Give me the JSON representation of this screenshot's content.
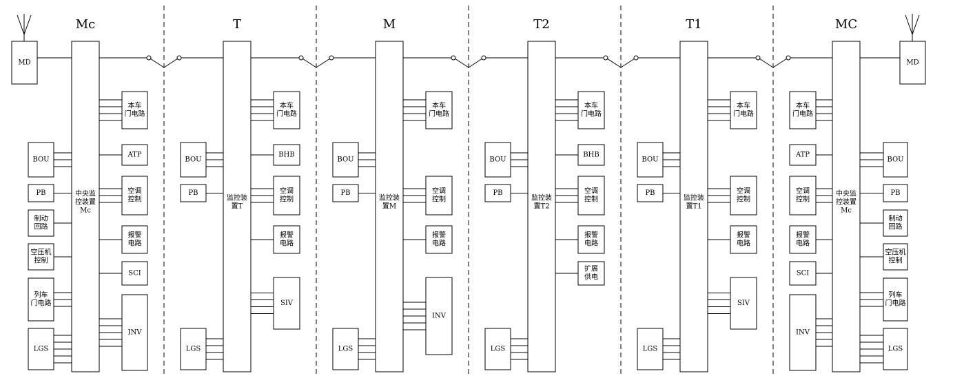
{
  "md_label": "MD",
  "cars": [
    {
      "title": "Mc",
      "controller": [
        "中央监",
        "控装置",
        "Mc"
      ],
      "left": [
        {
          "label": [
            "BOU"
          ],
          "lines": 3
        },
        {
          "label": [
            "PB"
          ],
          "lines": 1
        },
        {
          "label": [
            "制动",
            "回路"
          ],
          "lines": 1
        },
        {
          "label": [
            "空压机",
            "控制"
          ],
          "lines": 1
        },
        {
          "label": [
            "列车",
            "门电路"
          ],
          "lines": 3
        },
        {
          "label": [
            "LGS"
          ],
          "lines": 5
        }
      ],
      "right": [
        {
          "label": [
            "本车",
            "门电路"
          ],
          "lines": 4
        },
        {
          "label": [
            "ATP"
          ],
          "lines": 1
        },
        {
          "label": [
            "空调",
            "控制"
          ],
          "lines": 3
        },
        {
          "label": [
            "报警",
            "电路"
          ],
          "lines": 1
        },
        {
          "label": [
            "SCI"
          ],
          "lines": 1
        },
        {
          "label": [
            "INV"
          ],
          "lines": 5
        }
      ]
    },
    {
      "title": "T",
      "controller": [
        "监控装",
        "置T"
      ],
      "left": [
        {
          "label": [
            "BOU"
          ],
          "lines": 3
        },
        {
          "label": [
            "PB"
          ],
          "lines": 1
        },
        {
          "label": [
            "LGS"
          ],
          "lines": 4
        }
      ],
      "right": [
        {
          "label": [
            "本车",
            "门电路"
          ],
          "lines": 4
        },
        {
          "label": [
            "BHB"
          ],
          "lines": 1
        },
        {
          "label": [
            "空调",
            "控制"
          ],
          "lines": 3
        },
        {
          "label": [
            "报警",
            "电路"
          ],
          "lines": 1
        },
        {
          "label": [
            "SIV"
          ],
          "lines": 4
        }
      ]
    },
    {
      "title": "M",
      "controller": [
        "监控装",
        "置M"
      ],
      "left": [
        {
          "label": [
            "BOU"
          ],
          "lines": 3
        },
        {
          "label": [
            "PB"
          ],
          "lines": 1
        },
        {
          "label": [
            "LGS"
          ],
          "lines": 4
        }
      ],
      "right": [
        {
          "label": [
            "本车",
            "门电路"
          ],
          "lines": 4
        },
        {
          "label": [
            "空调",
            "控制"
          ],
          "lines": 3
        },
        {
          "label": [
            "报警",
            "电路"
          ],
          "lines": 1
        },
        {
          "label": [
            "INV"
          ],
          "lines": 5
        }
      ]
    },
    {
      "title": "T2",
      "controller": [
        "监控装",
        "置T2"
      ],
      "left": [
        {
          "label": [
            "BOU"
          ],
          "lines": 3
        },
        {
          "label": [
            "PB"
          ],
          "lines": 1
        },
        {
          "label": [
            "LGS"
          ],
          "lines": 4
        }
      ],
      "right": [
        {
          "label": [
            "本车",
            "门电路"
          ],
          "lines": 4
        },
        {
          "label": [
            "BHB"
          ],
          "lines": 1
        },
        {
          "label": [
            "空调",
            "控制"
          ],
          "lines": 3
        },
        {
          "label": [
            "报警",
            "电路"
          ],
          "lines": 1
        },
        {
          "label": [
            "扩展",
            "供电"
          ],
          "lines": 1
        }
      ]
    },
    {
      "title": "T1",
      "controller": [
        "监控装",
        "置T1"
      ],
      "left": [
        {
          "label": [
            "BOU"
          ],
          "lines": 3
        },
        {
          "label": [
            "PB"
          ],
          "lines": 1
        },
        {
          "label": [
            "LGS"
          ],
          "lines": 4
        }
      ],
      "right": [
        {
          "label": [
            "本车",
            "门电路"
          ],
          "lines": 4
        },
        {
          "label": [
            "空调",
            "控制"
          ],
          "lines": 3
        },
        {
          "label": [
            "报警",
            "电路"
          ],
          "lines": 1
        },
        {
          "label": [
            "SIV"
          ],
          "lines": 4
        }
      ]
    },
    {
      "title": "MC",
      "controller": [
        "中央监",
        "控装置",
        "Mc"
      ],
      "left": [
        {
          "label": [
            "本车",
            "门电路"
          ],
          "lines": 4
        },
        {
          "label": [
            "ATP"
          ],
          "lines": 1
        },
        {
          "label": [
            "空调",
            "控制"
          ],
          "lines": 3
        },
        {
          "label": [
            "报警",
            "电路"
          ],
          "lines": 1
        },
        {
          "label": [
            "SCI"
          ],
          "lines": 1
        },
        {
          "label": [
            "INV"
          ],
          "lines": 5
        }
      ],
      "right": [
        {
          "label": [
            "BOU"
          ],
          "lines": 3
        },
        {
          "label": [
            "PB"
          ],
          "lines": 1
        },
        {
          "label": [
            "制动",
            "回路"
          ],
          "lines": 1
        },
        {
          "label": [
            "空压机",
            "控制"
          ],
          "lines": 1
        },
        {
          "label": [
            "列车",
            "门电路"
          ],
          "lines": 3
        },
        {
          "label": [
            "LGS"
          ],
          "lines": 5
        }
      ]
    }
  ]
}
